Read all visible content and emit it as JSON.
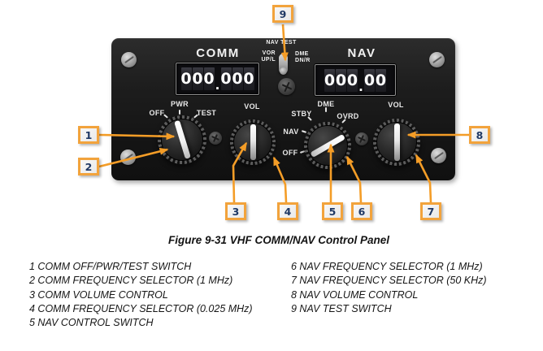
{
  "figure": {
    "caption": "Figure 9-31 VHF COMM/NAV Control Panel"
  },
  "panel": {
    "comm_section_label": "COMM",
    "nav_section_label": "NAV",
    "nav_test_label": "NAV TEST",
    "toggle": {
      "left_top": "VOR",
      "left_bottom": "UP/L",
      "right_top": "DME",
      "right_bottom": "DN/R"
    },
    "comm_display": {
      "value": "000.000",
      "digits": [
        "0",
        "0",
        "0",
        ".",
        "0",
        "0",
        "0"
      ]
    },
    "nav_display": {
      "value": "000.00",
      "digits": [
        "0",
        "0",
        "0",
        ".",
        "0",
        "0"
      ]
    },
    "comm_switch_labels": {
      "off": "OFF",
      "pwr": "PWR",
      "test": "TEST"
    },
    "comm_volume_label": "VOL",
    "nav_switch_labels": {
      "stby": "STBY",
      "dme": "DME",
      "ovrd": "OVRD",
      "nav": "NAV",
      "off": "OFF"
    },
    "nav_volume_label": "VOL"
  },
  "callouts": [
    "1",
    "2",
    "3",
    "4",
    "5",
    "6",
    "7",
    "8",
    "9"
  ],
  "legend": {
    "left": [
      "1 COMM OFF/PWR/TEST SWITCH",
      "2 COMM FREQUENCY SELECTOR (1 MHz)",
      "3 COMM VOLUME CONTROL",
      "4 COMM FREQUENCY SELECTOR (0.025 MHz)",
      "5 NAV CONTROL SWITCH"
    ],
    "right": [
      "6 NAV FREQUENCY SELECTOR (1 MHz)",
      "7 NAV FREQUENCY SELECTOR (50 KHz)",
      "8 NAV VOLUME CONTROL",
      "9 NAV TEST SWITCH"
    ]
  },
  "colors": {
    "accent_orange": "#F49D27",
    "callout_border": "#F2A33C",
    "callout_number": "#1F3864",
    "panel_black": "#1A1A1A",
    "display_digit_white": "#FFFFFF"
  }
}
